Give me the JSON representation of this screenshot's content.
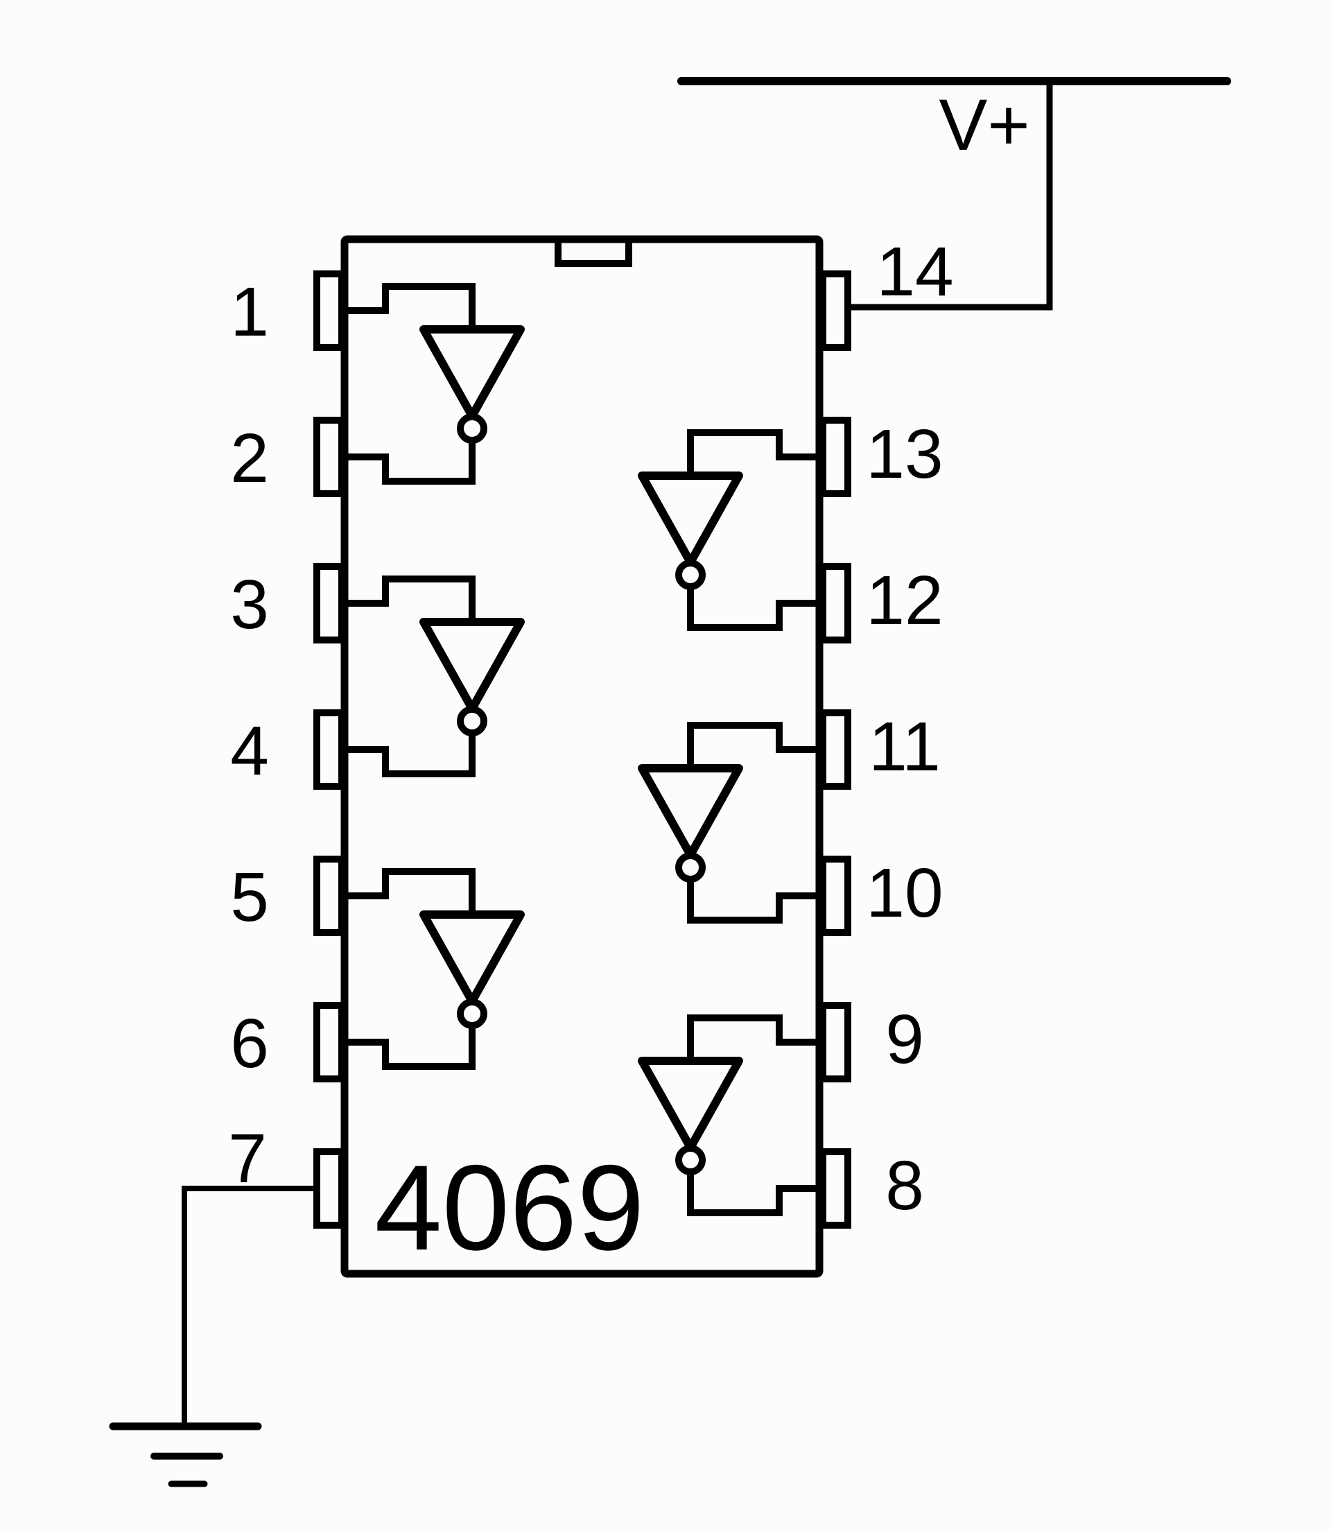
{
  "diagram": {
    "part_number": "4069",
    "power_label": "V+",
    "pins_left": [
      "1",
      "2",
      "3",
      "4",
      "5",
      "6",
      "7"
    ],
    "pins_right": [
      "14",
      "13",
      "12",
      "11",
      "10",
      "9",
      "8"
    ],
    "inverters": [
      {
        "input_pin": "1",
        "output_pin": "2"
      },
      {
        "input_pin": "3",
        "output_pin": "4"
      },
      {
        "input_pin": "5",
        "output_pin": "6"
      },
      {
        "input_pin": "13",
        "output_pin": "12"
      },
      {
        "input_pin": "11",
        "output_pin": "10"
      },
      {
        "input_pin": "9",
        "output_pin": "8"
      }
    ],
    "power": {
      "rail_label": "V+",
      "supply_pin": "14",
      "ground_pin": "7"
    },
    "colors": {
      "line": "#000000",
      "background": "#fcfcfa"
    }
  }
}
